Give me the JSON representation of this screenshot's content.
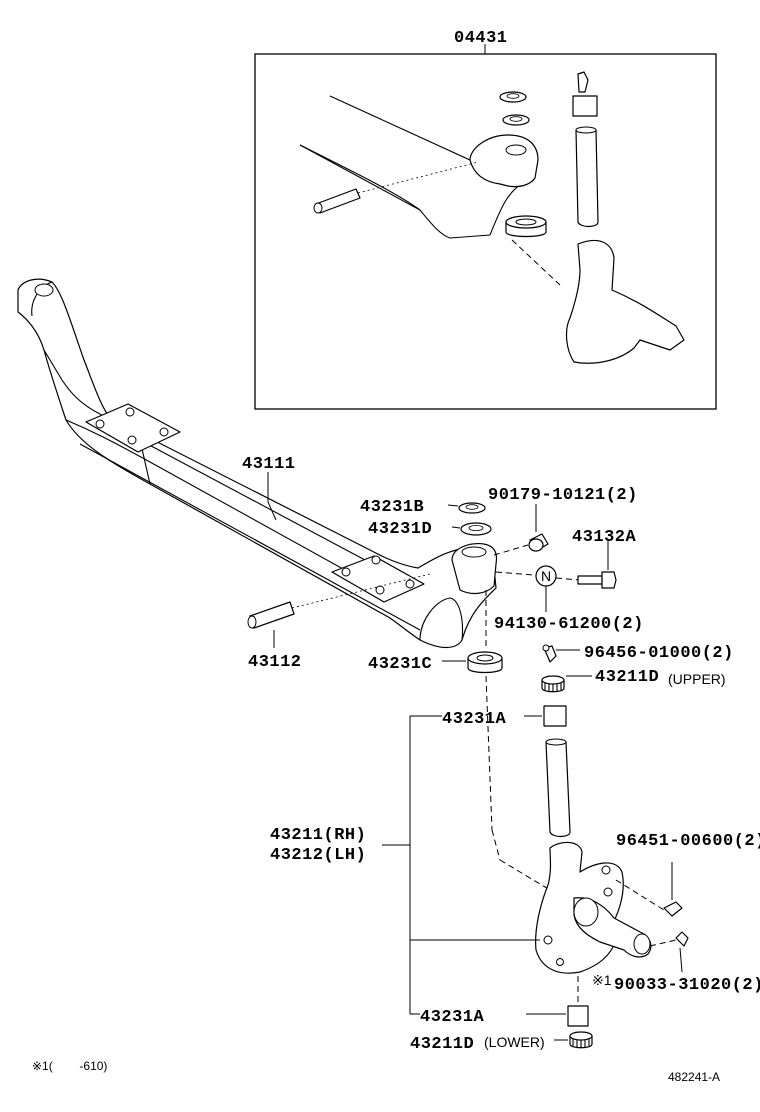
{
  "callouts": {
    "kit": "04431",
    "axle_beam": "43111",
    "stud": "43112",
    "shim_b": "43231B",
    "shim_d": "43231D",
    "bushing_c": "43231C",
    "bushing_a_upper": "43231A",
    "bushing_a_lower": "43231A",
    "plug": "90179-10121(2)",
    "bolt": "43132A",
    "nut": "94130-61200(2)",
    "grease_fitting_upper": "96456-01000(2)",
    "pin_upper": "43211D",
    "pin_upper_suffix": "(UPPER)",
    "knuckle_rh": "43211(RH)",
    "knuckle_lh": "43212(LH)",
    "grease_fitting_knuckle": "96451-00600(2)",
    "cap_mark": "※1",
    "cap": "90033-31020(2)",
    "pin_lower": "43211D",
    "pin_lower_suffix": "(LOWER)",
    "nut_mark": "N"
  },
  "footnote": "※1(        -610)",
  "figure_code": "482241-A"
}
